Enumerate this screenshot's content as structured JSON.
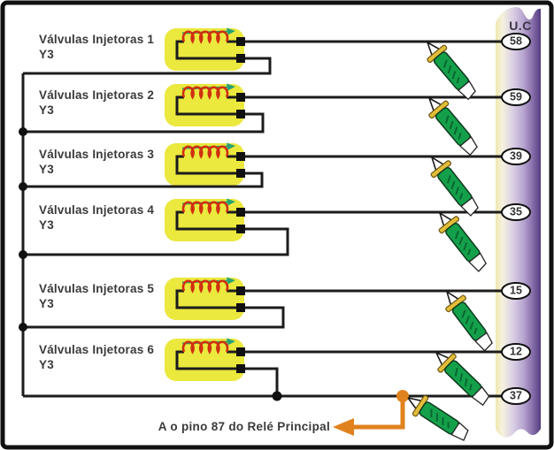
{
  "diagram": {
    "unit_label": "U.C",
    "note": "A o pino 87 do Relé Principal",
    "injectors": [
      {
        "label": "Válvulas Injetoras 1",
        "code": "Y3",
        "pin": "58"
      },
      {
        "label": "Válvulas Injetoras 2",
        "code": "Y3",
        "pin": "59"
      },
      {
        "label": "Válvulas Injetoras 3",
        "code": "Y3",
        "pin": "39"
      },
      {
        "label": "Válvulas Injetoras 4",
        "code": "Y3",
        "pin": "35"
      },
      {
        "label": "Válvulas Injetoras 5",
        "code": "Y3",
        "pin": "15"
      },
      {
        "label": "Válvulas Injetoras 6",
        "code": "Y3",
        "pin": "12"
      }
    ],
    "common_pin": "37",
    "icons": {
      "probe": "test-probe-icon",
      "coil": "injector-coil-icon",
      "flow_arrow": "flow-arrow-icon",
      "junction": "junction-dot-icon",
      "relay_arrow": "relay-tap-arrow-icon"
    },
    "colors": {
      "wire": "#1c1c1c",
      "injector_body": "#ebe83e",
      "coil": "#cf3010",
      "flow_arrow": "#27a276",
      "probe_body": "#14a04a",
      "probe_guard": "#e3bd3a",
      "relay_tap": "#e0821e",
      "unit_bar_purple": "#543c7e",
      "text": "#3a3a3a"
    }
  }
}
